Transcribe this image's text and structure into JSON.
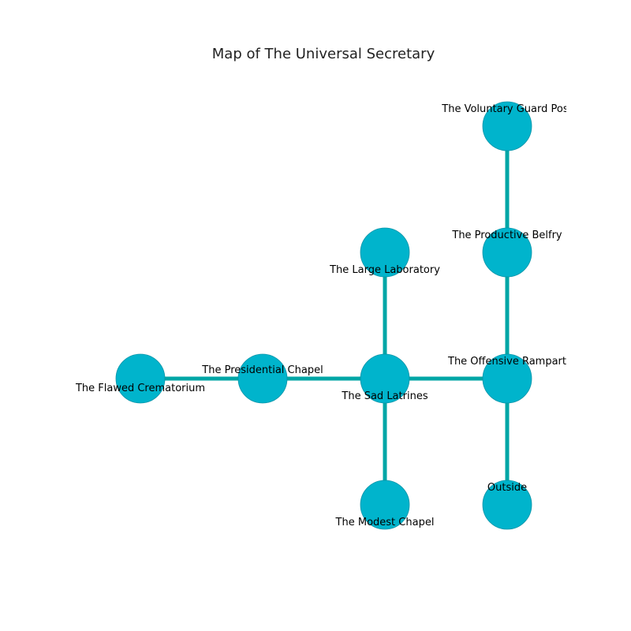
{
  "title": "Map of The Universal Secretary",
  "colors": {
    "node_fill": "#00b4cc",
    "node_stroke": "#0a94a8",
    "edge": "#00a6a6",
    "text": "#000000"
  },
  "rooms": [
    {
      "id": "voluntary-guard-post",
      "label": "The Voluntary Guard Post"
    },
    {
      "id": "productive-belfry",
      "label": "The Productive Belfry"
    },
    {
      "id": "large-laboratory",
      "label": "The Large Laboratory"
    },
    {
      "id": "flawed-crematorium",
      "label": "The Flawed Crematorium"
    },
    {
      "id": "presidential-chapel",
      "label": "The Presidential Chapel"
    },
    {
      "id": "sad-latrines",
      "label": "The Sad Latrines"
    },
    {
      "id": "offensive-rampart",
      "label": "The Offensive Rampart"
    },
    {
      "id": "modest-chapel",
      "label": "The Modest Chapel"
    },
    {
      "id": "outside",
      "label": "Outside"
    }
  ],
  "connections": [
    [
      "voluntary-guard-post",
      "productive-belfry"
    ],
    [
      "productive-belfry",
      "offensive-rampart"
    ],
    [
      "large-laboratory",
      "sad-latrines"
    ],
    [
      "flawed-crematorium",
      "presidential-chapel"
    ],
    [
      "presidential-chapel",
      "sad-latrines"
    ],
    [
      "sad-latrines",
      "offensive-rampart"
    ],
    [
      "sad-latrines",
      "modest-chapel"
    ],
    [
      "offensive-rampart",
      "outside"
    ]
  ]
}
